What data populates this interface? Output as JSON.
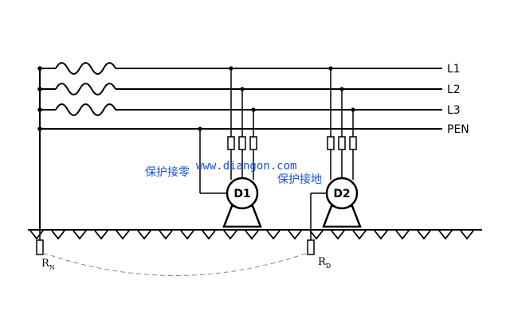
{
  "lines": [
    {
      "id": "l1",
      "label": "L1"
    },
    {
      "id": "l2",
      "label": "L2"
    },
    {
      "id": "l3",
      "label": "L3"
    },
    {
      "id": "pen",
      "label": "PEN"
    }
  ],
  "motors": {
    "d1": {
      "label": "D1"
    },
    "d2": {
      "label": "D2"
    }
  },
  "electrodes": {
    "rn": {
      "main": "R",
      "sub": "N"
    },
    "rd": {
      "main": "R",
      "sub": "D"
    }
  },
  "annotations": {
    "protective_neutral": "保护接零",
    "protective_earth": "保护接地",
    "watermark": "www.diangon.com"
  },
  "colors": {
    "wire": "#000000",
    "annotation": "#1a52d6",
    "earth_link": "#888888"
  }
}
